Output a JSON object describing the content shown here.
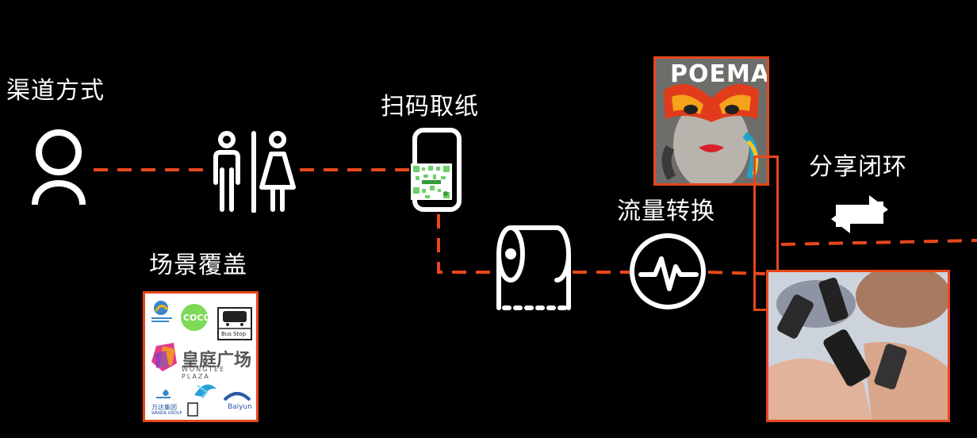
{
  "labels": {
    "channel": "渠道方式",
    "scan": "扫码取纸",
    "scene": "场景覆盖",
    "traffic": "流量转换",
    "share": "分享闭环"
  },
  "poster": {
    "title": "POEMA"
  },
  "logos": {
    "coco": "COCO",
    "bus_stop": "Bus Stop",
    "wongtee_cn": "皇庭广场",
    "wongtee_en": "WONGTEE PLAZA",
    "wanda_cn": "万达集团",
    "wanda_en": "WANDA GROUP",
    "baiyun": "Baiyun"
  },
  "colors": {
    "accent": "#e8471c",
    "background": "#000000",
    "text": "#ffffff"
  }
}
